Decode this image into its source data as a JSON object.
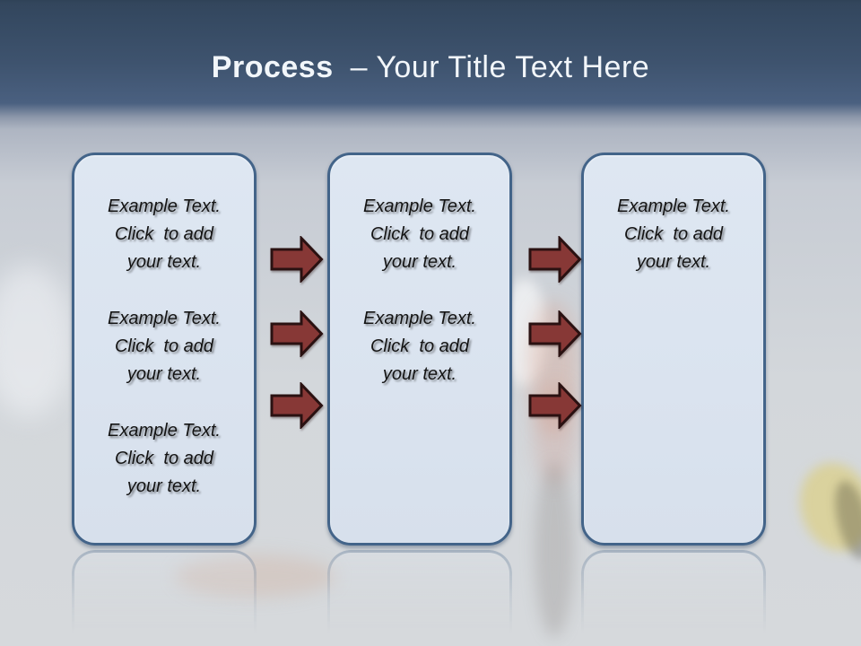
{
  "slide": {
    "title": {
      "emphasis": "Process",
      "rest": "– Your Title Text Here"
    }
  },
  "boxes": [
    {
      "id": "step-1",
      "paragraphs": [
        "Example Text.\nClick  to add\nyour text.",
        "Example Text.\nClick  to add\nyour text.",
        "Example Text.\nClick  to add\nyour text."
      ]
    },
    {
      "id": "step-2",
      "paragraphs": [
        "Example Text.\nClick  to add\nyour text.",
        "Example Text.\nClick  to add\nyour text."
      ]
    },
    {
      "id": "step-3",
      "paragraphs": [
        "Example Text.\nClick  to add\nyour text."
      ]
    }
  ],
  "arrows": {
    "icon": "right-block-arrow",
    "columns": 2,
    "per_column": 3
  },
  "colors": {
    "header_top": "#33465c",
    "header_bottom": "#4a6080",
    "body_background": "#d3d7db",
    "box_fill": "#dae3ef",
    "box_border": "#436489",
    "arrow_fill": "#873836",
    "arrow_outline": "#2a1111",
    "title_text": "#f2f6fa",
    "body_text": "#141414"
  }
}
